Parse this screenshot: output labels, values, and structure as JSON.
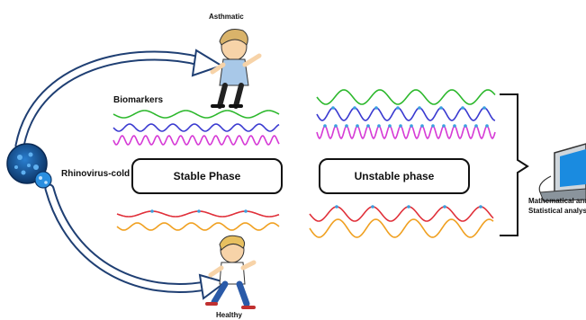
{
  "labels": {
    "asthmatic": "Asthmatic",
    "healthy": "Healthy",
    "biomarkers": "Biomarkers",
    "rhinovirus": "Rhinovirus-cold",
    "analysis_line1": "Mathematical and",
    "analysis_line2": "Statistical analysis"
  },
  "phases": {
    "stable": "Stable Phase",
    "unstable": "Unstable phase"
  },
  "colors": {
    "arrow": "#1f3f73",
    "green": "#2db82d",
    "blue": "#3a3ad0",
    "magenta": "#d63ad6",
    "red": "#e0303a",
    "orange": "#f0a020",
    "marker": "#3aa0e0",
    "virus": "#1d5a9e",
    "computer_screen": "#1a8be0"
  },
  "icons": [
    "virus-icon",
    "asthmatic-person-icon",
    "healthy-person-icon",
    "computer-icon"
  ]
}
